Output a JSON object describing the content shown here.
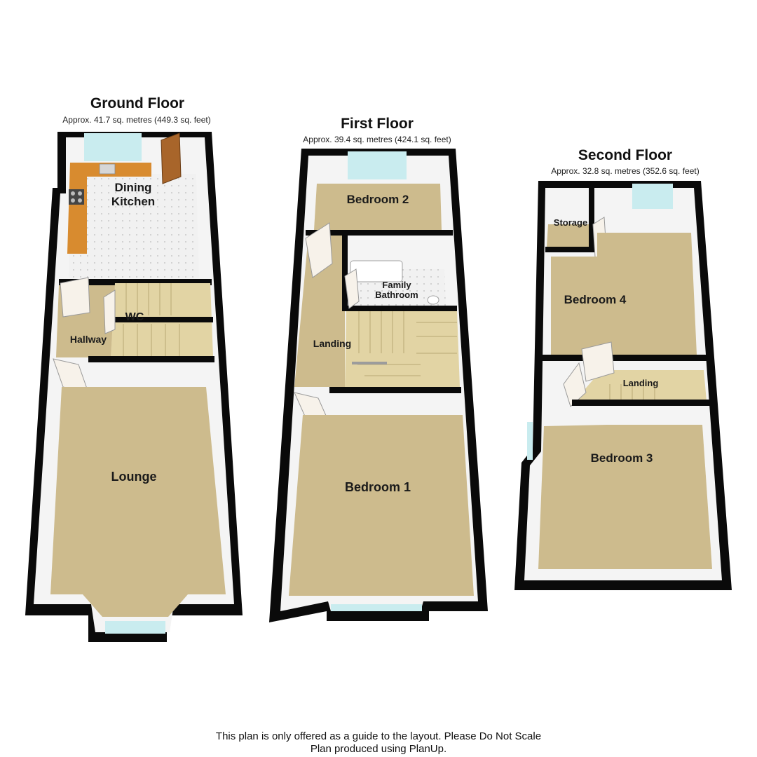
{
  "floors": [
    {
      "title": "Ground Floor",
      "area": "Approx. 41.7 sq. metres (449.3 sq. feet)",
      "rooms": [
        "Dining",
        "Kitchen",
        "WC",
        "Hallway",
        "Lounge"
      ]
    },
    {
      "title": "First Floor",
      "area": "Approx. 39.4 sq. metres (424.1 sq. feet)",
      "rooms": [
        "Bedroom 2",
        "Family",
        "Bathroom",
        "Landing",
        "Bedroom 1"
      ]
    },
    {
      "title": "Second Floor",
      "area": "Approx. 32.8 sq. metres (352.6 sq. feet)",
      "rooms": [
        "Storage",
        "Bedroom 4",
        "Landing",
        "Bedroom 3"
      ]
    }
  ],
  "disclaimer": {
    "line1": "This plan is only offered as a guide to the layout. Please Do Not Scale",
    "line2": "Plan produced using PlanUp."
  },
  "colors": {
    "wall": "#0a0a0a",
    "carpet": "#cdbb8d",
    "tile": "#f1f1f1",
    "wall_face": "#f4f4f4",
    "window": "#c9ecef",
    "worktop": "#d88b2f",
    "door": "#f7f2ea",
    "exterior_door": "#a8652a",
    "stair": "#e2d4a4"
  }
}
